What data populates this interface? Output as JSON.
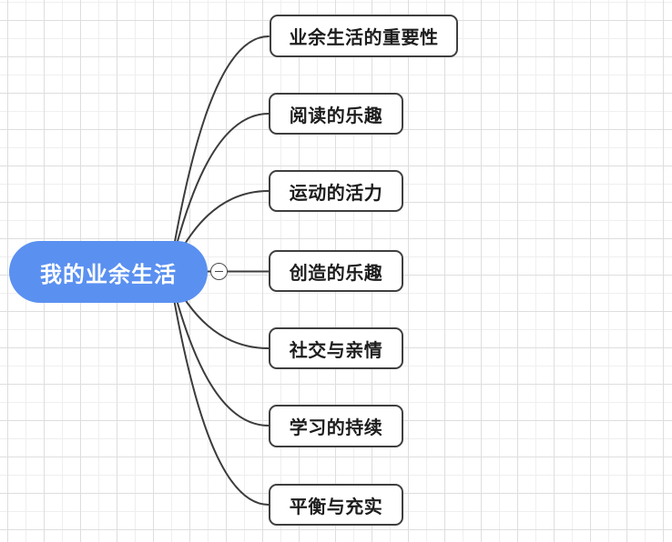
{
  "mindmap": {
    "root": {
      "label": "我的业余生活",
      "fill_color": "#5a90f0",
      "text_color": "#ffffff"
    },
    "collapse_button": {
      "symbol": "−",
      "icon": "minus-icon"
    },
    "branches": [
      {
        "label": "业余生活的重要性"
      },
      {
        "label": "阅读的乐趣"
      },
      {
        "label": "运动的活力"
      },
      {
        "label": "创造的乐趣"
      },
      {
        "label": "社交与亲情"
      },
      {
        "label": "学习的持续"
      },
      {
        "label": "平衡与充实"
      }
    ],
    "style": {
      "edge_color": "#3c3c3c",
      "branch_border_color": "#3f3f3f",
      "branch_fill_color": "#ffffff",
      "branch_text_color": "#1d1d1d",
      "canvas_background": "#ffffff",
      "grid_minor_color": "#efefef",
      "grid_major_color": "#dedede"
    }
  }
}
